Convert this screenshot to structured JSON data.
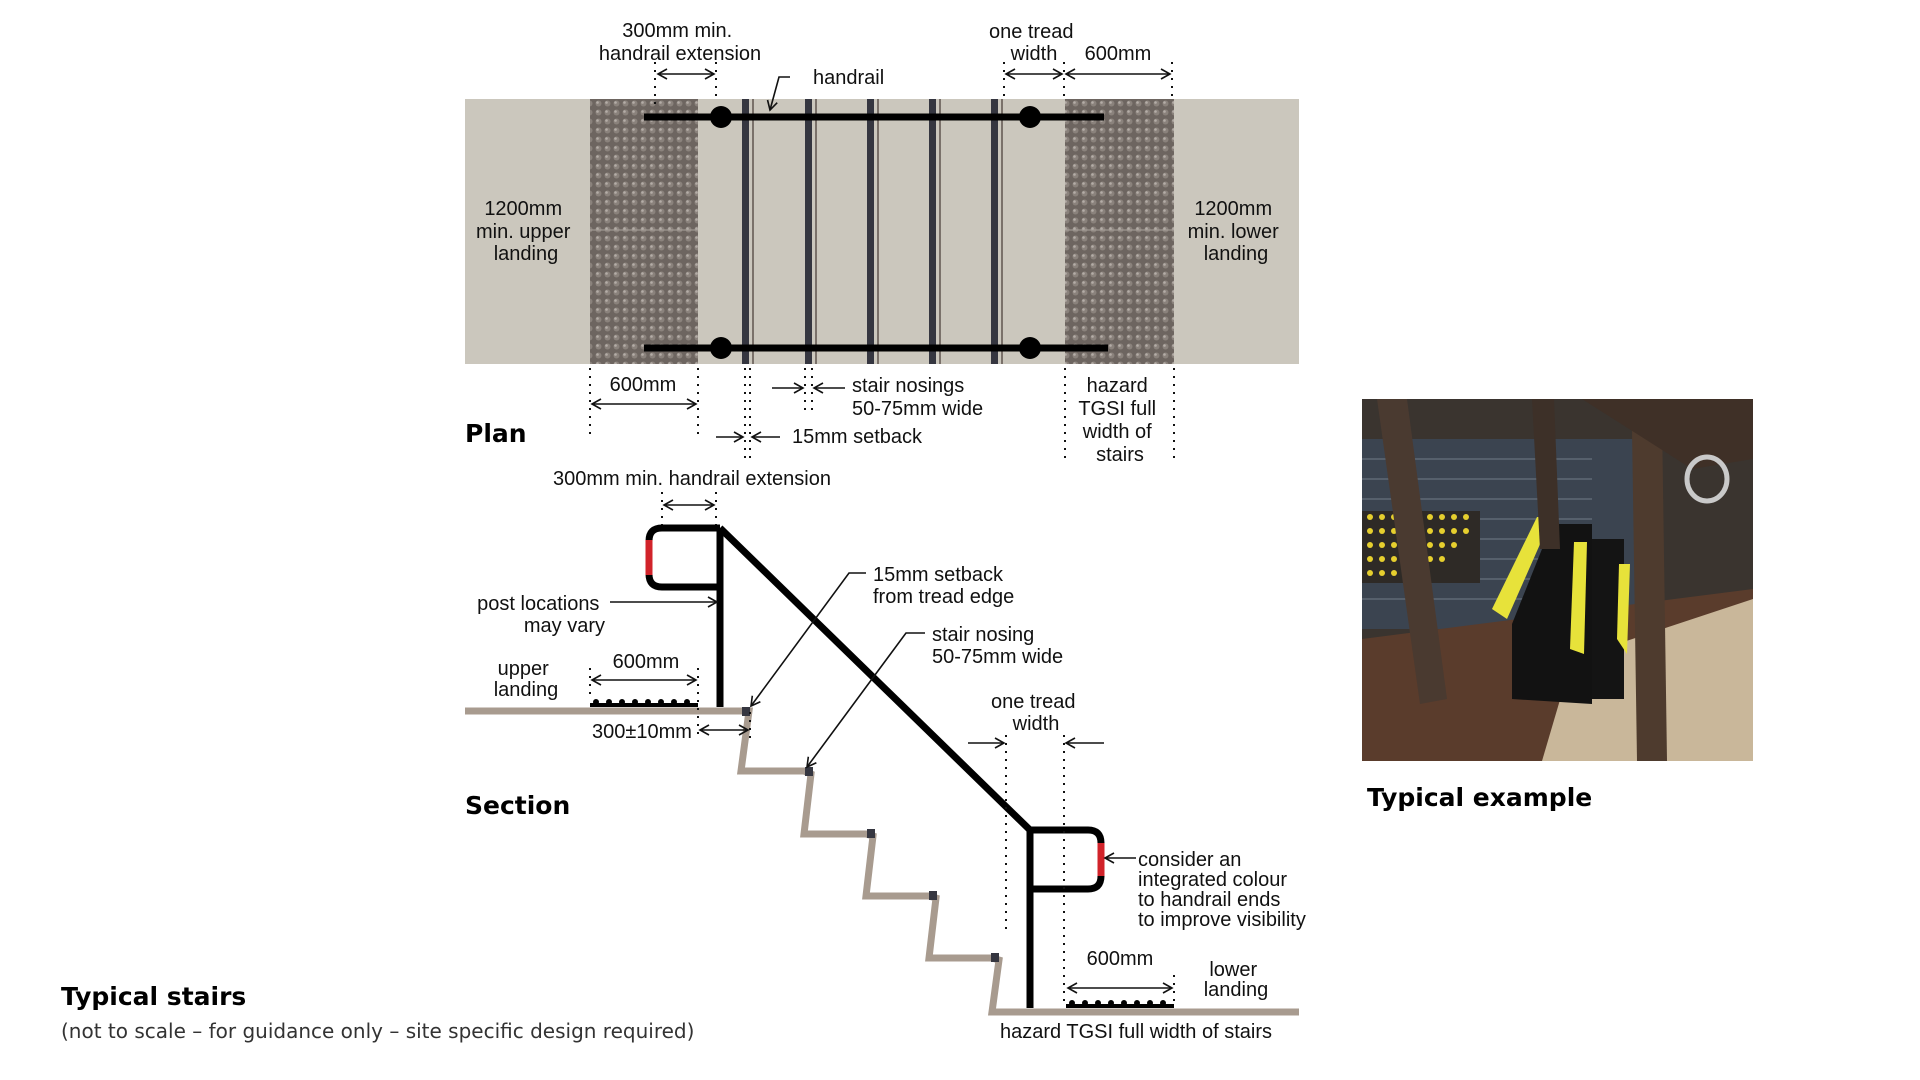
{
  "title": "Typical stairs",
  "subtitle": "(not to scale – for guidance only – site specific design required)",
  "plan": {
    "heading": "Plan",
    "labels": {
      "handrail_extension": [
        "300mm min.",
        "handrail extension"
      ],
      "handrail": "handrail",
      "one_tread_width": [
        "one tread",
        "width"
      ],
      "tgsi_600_top": "600mm",
      "upper_landing": [
        "1200mm",
        "min. upper",
        "landing"
      ],
      "lower_landing": [
        "1200mm",
        "min. lower",
        "landing"
      ],
      "tgsi_600_bottom": "600mm",
      "stair_nosings": [
        "stair nosings",
        "50-75mm wide"
      ],
      "setback": "15mm setback",
      "hazard_tgsi": [
        "hazard",
        "TGSI full",
        "width of",
        "stairs"
      ]
    }
  },
  "section": {
    "heading": "Section",
    "labels": {
      "handrail_extension": "300mm min. handrail extension",
      "post_locations": [
        "post locations",
        "may vary"
      ],
      "upper_landing": [
        "upper",
        "landing"
      ],
      "tgsi_600_upper": "600mm",
      "going": "300±10mm",
      "setback": [
        "15mm setback",
        "from tread edge"
      ],
      "stair_nosing": [
        "stair nosing",
        "50-75mm wide"
      ],
      "one_tread_width": [
        "one tread",
        "width"
      ],
      "colour_note": [
        "consider an",
        "integrated colour",
        "to handrail ends",
        "to improve visibility"
      ],
      "tgsi_600_lower": "600mm",
      "lower_landing": [
        "lower",
        "landing"
      ],
      "hazard_tgsi": "hazard TGSI full width of stairs"
    }
  },
  "example": {
    "caption": "Typical example",
    "photo_description": "photo of timber stairs with yellow stair nosings and tactile indicators"
  },
  "colors": {
    "landing": "#cbc7bd",
    "tgsi": "#6d6560",
    "nosing": "#353640",
    "rail": "#000000",
    "rail_end": "#d1232a",
    "ground": "#a89b8f"
  }
}
